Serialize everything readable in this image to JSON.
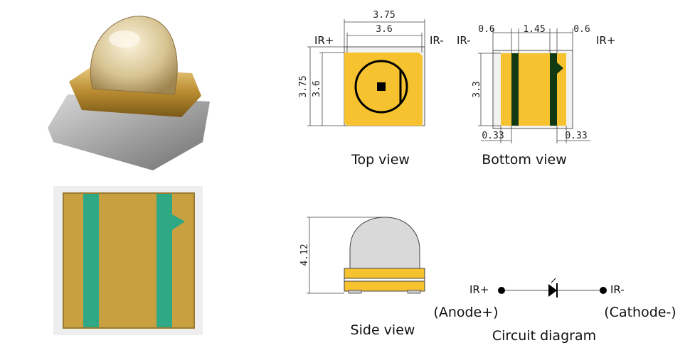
{
  "views": {
    "top_caption": "Top view",
    "bottom_caption": "Bottom view",
    "side_caption": "Side view",
    "circuit_caption": "Circuit diagram"
  },
  "top_view": {
    "dim_outer_w": "3.75",
    "dim_inner_w": "3.6",
    "dim_outer_h": "3.75",
    "dim_inner_h": "3.6",
    "left_pin": "IR+",
    "right_pin": "IR-"
  },
  "bottom_view": {
    "dim_left": "0.6",
    "dim_mid": "1.45",
    "dim_right": "0.6",
    "dim_height": "3.3",
    "dim_bottom_left": "0.33",
    "dim_bottom_right": "0.33",
    "left_pin": "IR-",
    "right_pin": "IR+"
  },
  "side_view": {
    "dim_height": "4.12"
  },
  "circuit": {
    "left_pin": "IR+",
    "right_pin": "IR-",
    "left_desc": "(Anode+)",
    "right_desc": "(Cathode-)"
  },
  "colors": {
    "pad_gold": "#f7c22f",
    "stripe_green": "#123a12",
    "photo_gold": "#c8a040",
    "photo_green": "#2fa885"
  }
}
